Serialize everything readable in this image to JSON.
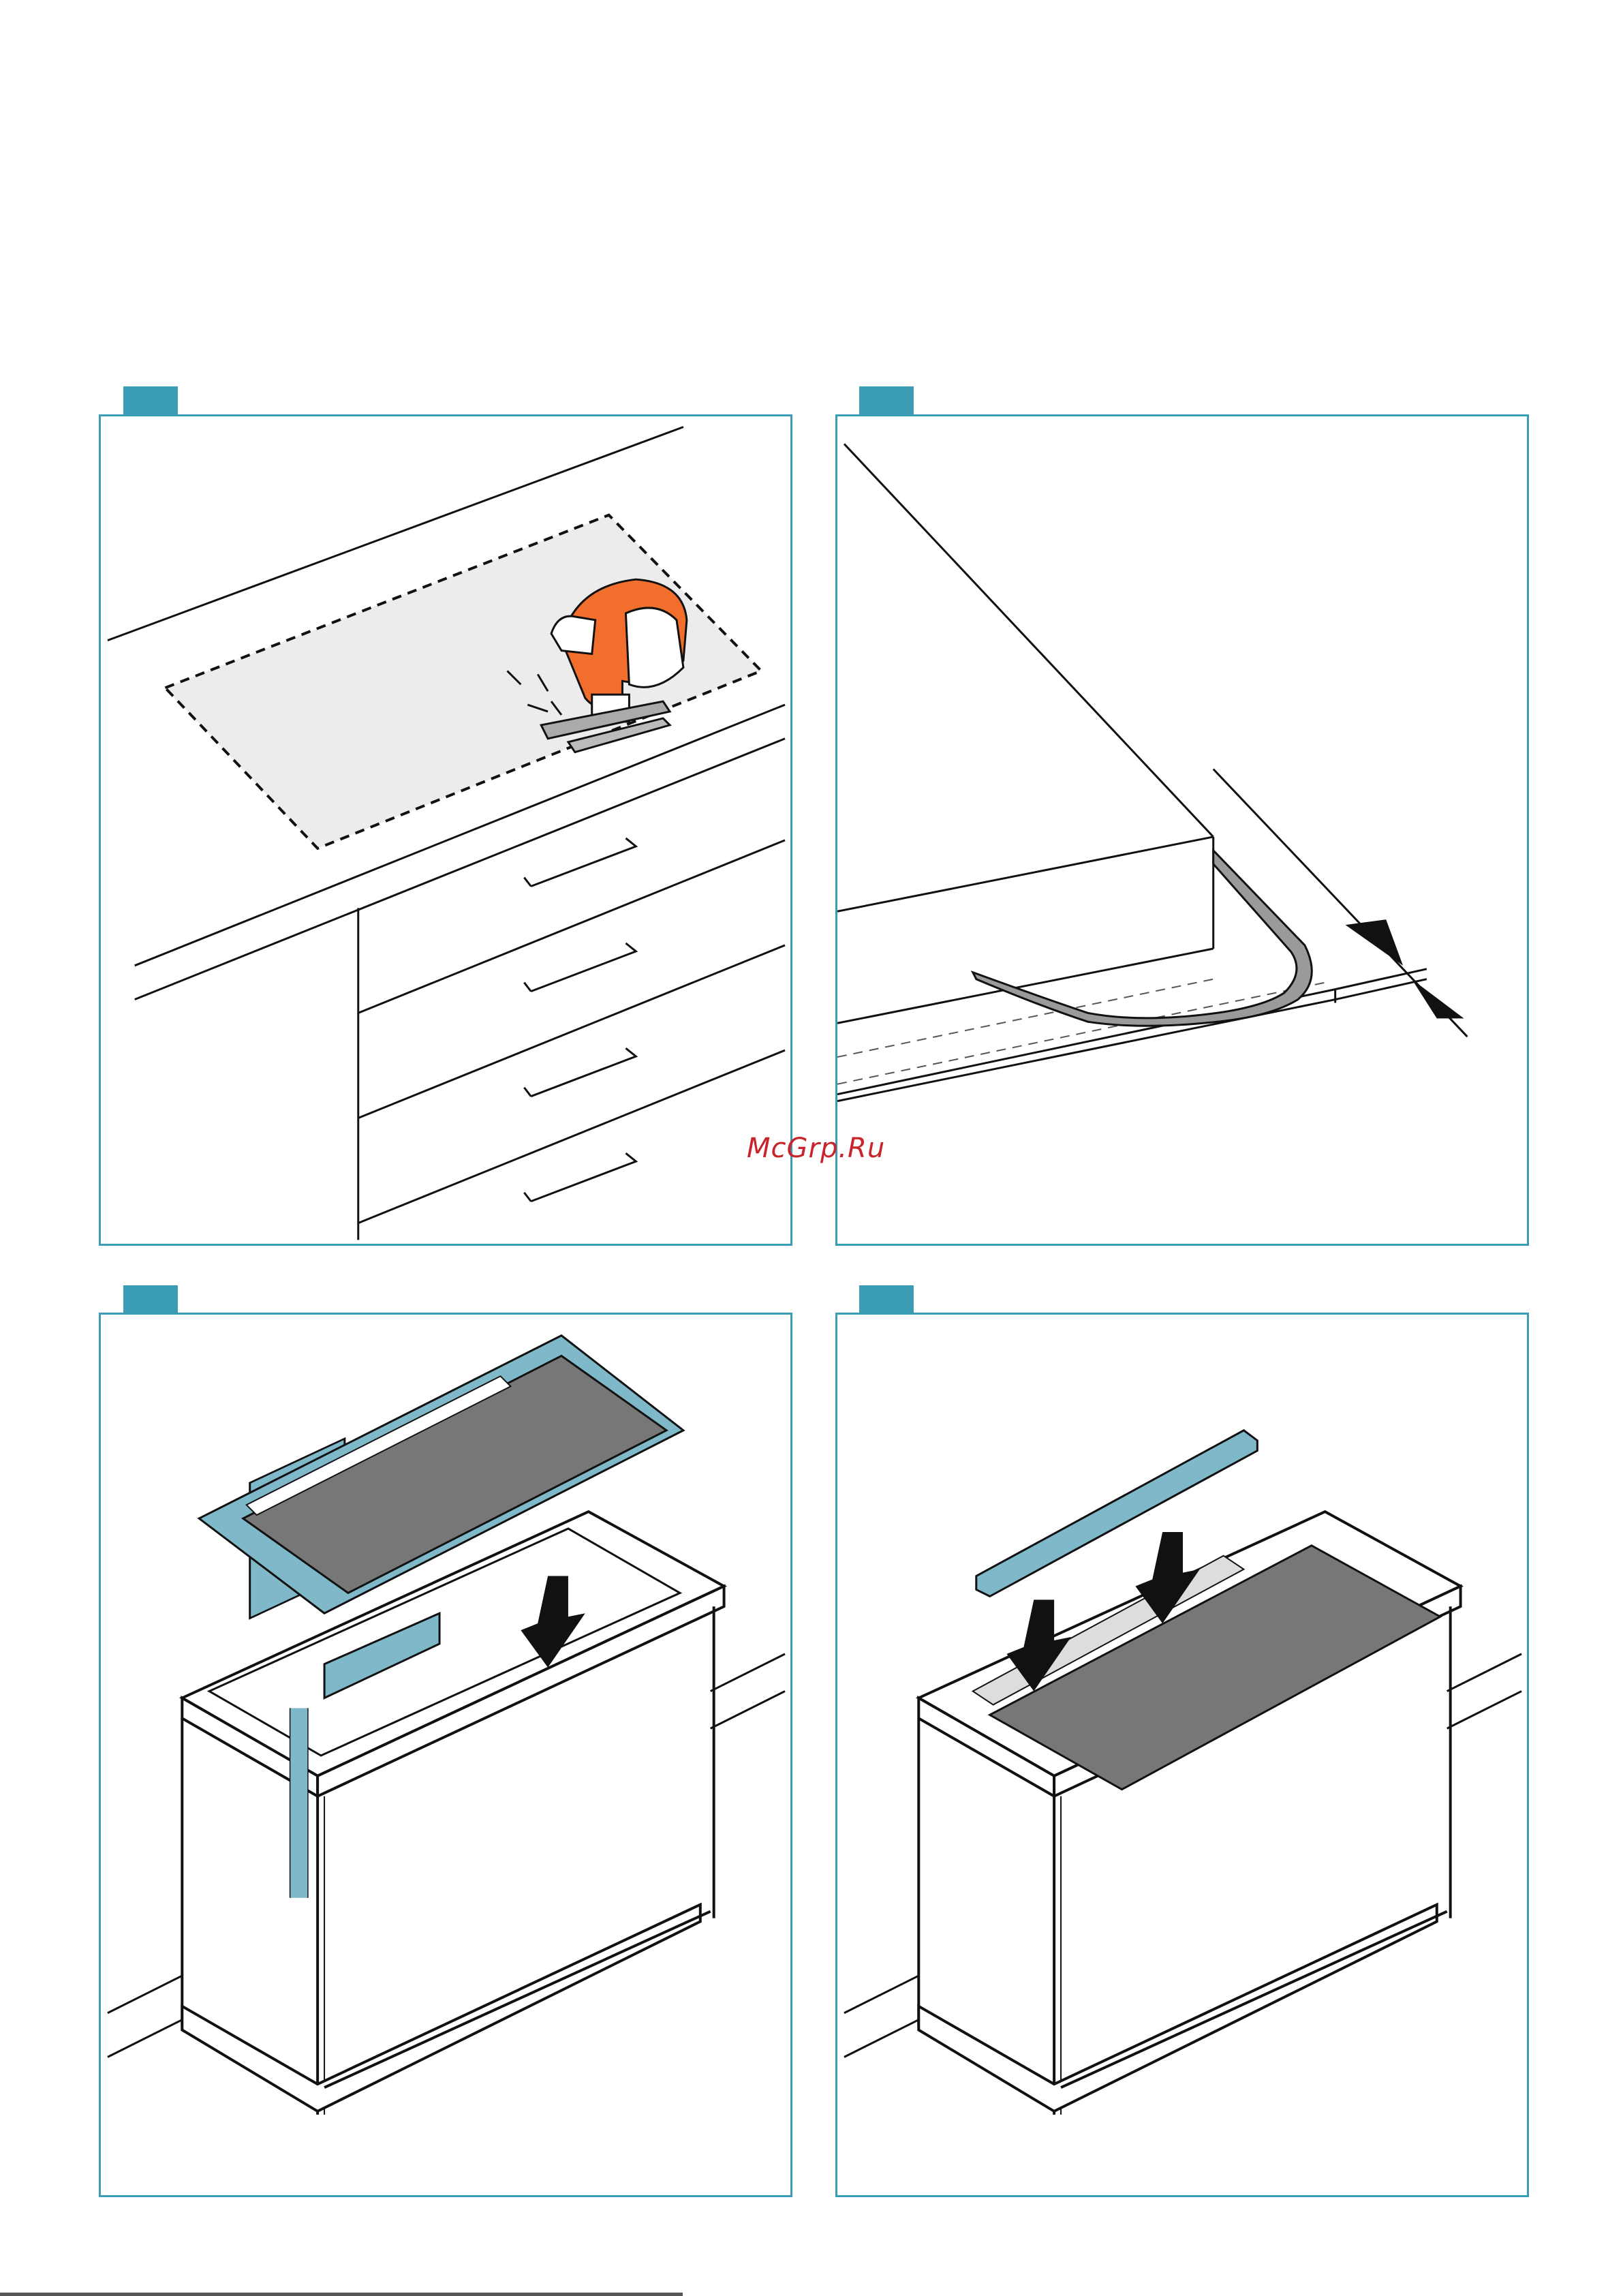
{
  "watermark": {
    "text": "McGrp.Ru"
  },
  "colors": {
    "accent": "#3a9db5",
    "tool_orange": "#f26e2c",
    "hob_glass": "#7a7a7a",
    "panel_blue": "#7fb8c9",
    "watermark": "#c8242c"
  },
  "steps": [
    {
      "id": "step-1",
      "badge": "",
      "description_icon": "jigsaw-cutting-countertop"
    },
    {
      "id": "step-2",
      "badge": "",
      "description_icon": "sealing-strip-edge"
    },
    {
      "id": "step-3",
      "badge": "",
      "description_icon": "inserting-hob-into-cutout"
    },
    {
      "id": "step-4",
      "badge": "",
      "description_icon": "fitting-vent-cover"
    }
  ]
}
